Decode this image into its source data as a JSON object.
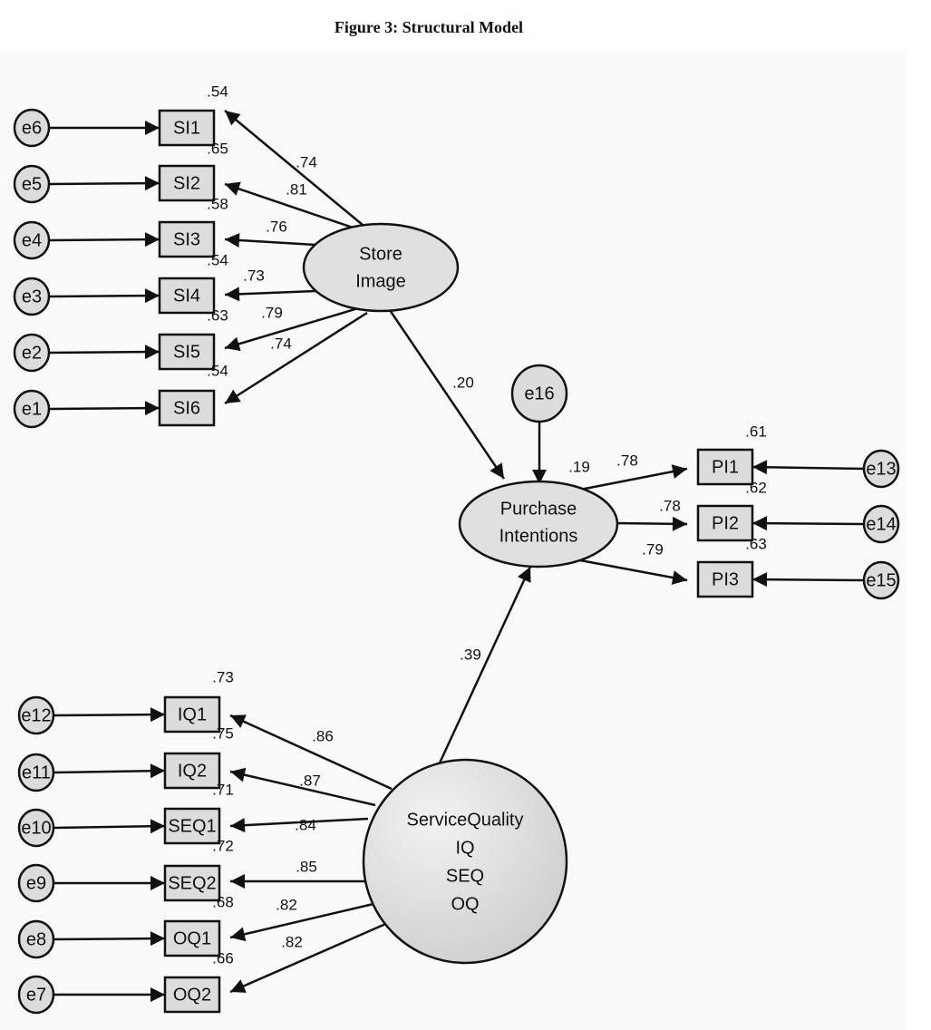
{
  "caption": "Figure 3: Structural Model",
  "latents": {
    "store_image": [
      "Store",
      "Image"
    ],
    "purchase_intentions": [
      "Purchase",
      "Intentions"
    ],
    "service_quality": [
      "ServiceQuality",
      "IQ",
      "SEQ",
      "OQ"
    ]
  },
  "indicators": [
    {
      "id": "SI1",
      "error": "e6",
      "r2": ".54",
      "loading": ".74"
    },
    {
      "id": "SI2",
      "error": "e5",
      "r2": ".65",
      "loading": ".81"
    },
    {
      "id": "SI3",
      "error": "e4",
      "r2": ".58",
      "loading": ".76"
    },
    {
      "id": "SI4",
      "error": "e3",
      "r2": ".54",
      "loading": ".73"
    },
    {
      "id": "SI5",
      "error": "e2",
      "r2": ".63",
      "loading": ".79"
    },
    {
      "id": "SI6",
      "error": "e1",
      "r2": ".54",
      "loading": ".74"
    },
    {
      "id": "PI1",
      "error": "e13",
      "r2": ".61",
      "loading": ".78"
    },
    {
      "id": "PI2",
      "error": "e14",
      "r2": ".62",
      "loading": ".78"
    },
    {
      "id": "PI3",
      "error": "e15",
      "r2": ".63",
      "loading": ".79"
    },
    {
      "id": "IQ1",
      "error": "e12",
      "r2": ".73",
      "loading": ".86"
    },
    {
      "id": "IQ2",
      "error": "e11",
      "r2": ".75",
      "loading": ".87"
    },
    {
      "id": "SEQ1",
      "error": "e10",
      "r2": ".71",
      "loading": ".84"
    },
    {
      "id": "SEQ2",
      "error": "e9",
      "r2": ".72",
      "loading": ".85"
    },
    {
      "id": "OQ1",
      "error": "e8",
      "r2": ".68",
      "loading": ".82"
    },
    {
      "id": "OQ2",
      "error": "e7",
      "r2": ".66",
      "loading": ".82"
    }
  ],
  "structural": {
    "store_image_to_pi": ".20",
    "service_quality_to_pi": ".39",
    "pi_r2": ".19",
    "disturbance": "e16"
  }
}
